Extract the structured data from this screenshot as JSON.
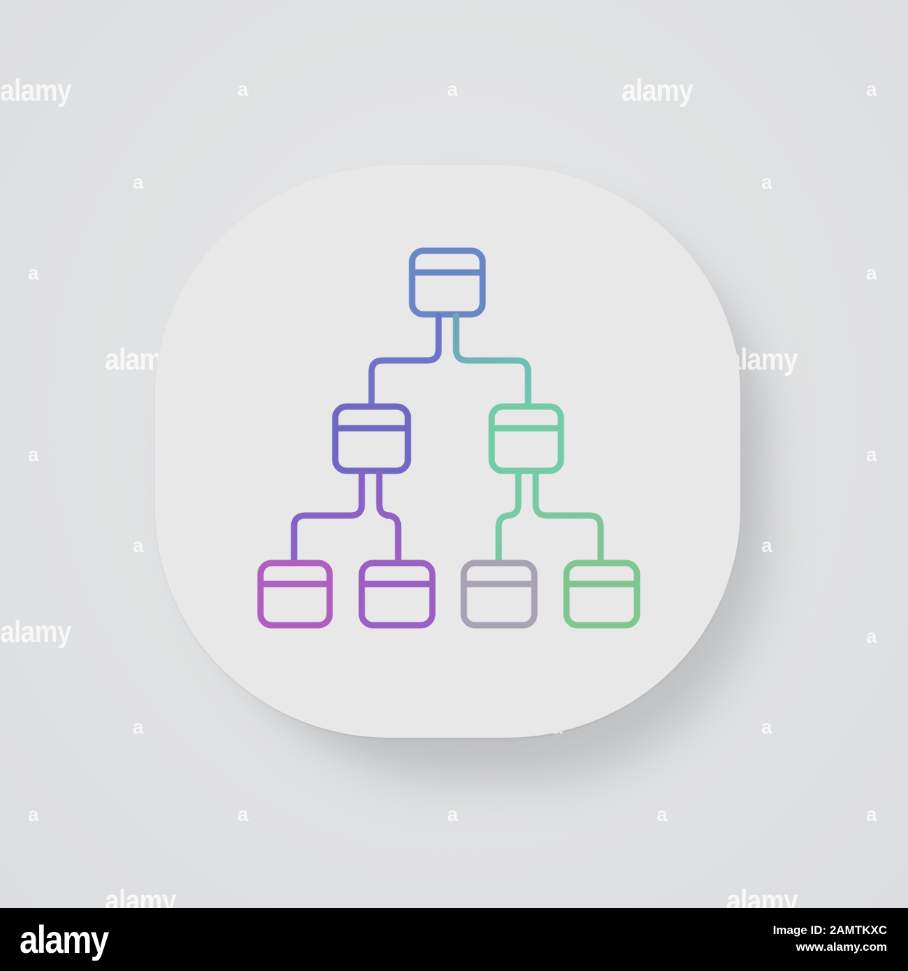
{
  "watermark": {
    "text": "alamy",
    "mark": "a"
  },
  "footer": {
    "logo": "alamy",
    "image_id_label": "Image ID: 2AMTKXC",
    "url": "www.alamy.com"
  },
  "colors": {
    "background": "#e1e2e3",
    "card": "#e8e8e8",
    "footer": "#000000",
    "gradient_blue": "#6b88c4",
    "gradient_purple": "#7a62c4",
    "gradient_magenta": "#b05cc0",
    "gradient_teal": "#6ec9a8",
    "gradient_green": "#7cc690",
    "gradient_grey": "#a6a0b0"
  },
  "icon": {
    "name": "hierarchy-tree-icon"
  }
}
